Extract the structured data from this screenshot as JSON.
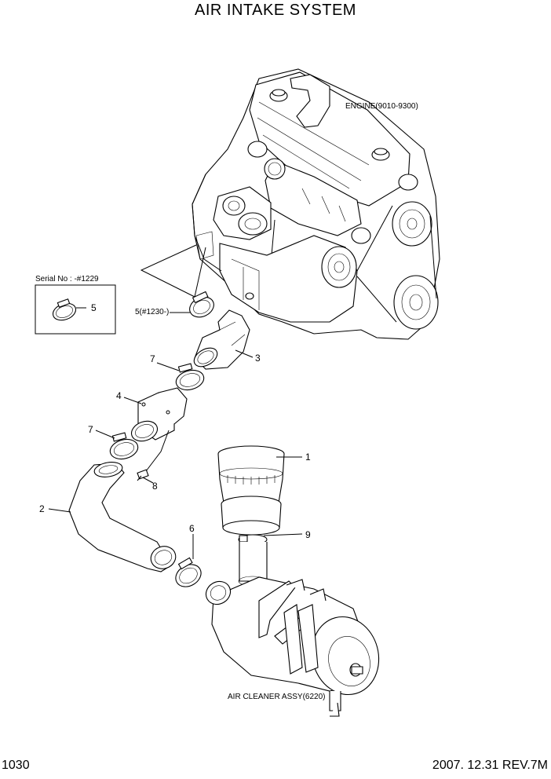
{
  "title": "AIR INTAKE SYSTEM",
  "labels": {
    "engine": "ENGINE(9010-9300)",
    "serial": "Serial No : -#1229",
    "clamp_serial": "5(#1230-)",
    "air_cleaner": "AIR CLEANER ASSY(6220)"
  },
  "callouts": {
    "p1": "1",
    "p2": "2",
    "p3": "3",
    "p4": "4",
    "p5": "5",
    "p6": "6",
    "p7a": "7",
    "p7b": "7",
    "p8": "8",
    "p9": "9"
  },
  "footer": {
    "page": "1030",
    "revision": "2007. 12.31  REV.7M"
  }
}
